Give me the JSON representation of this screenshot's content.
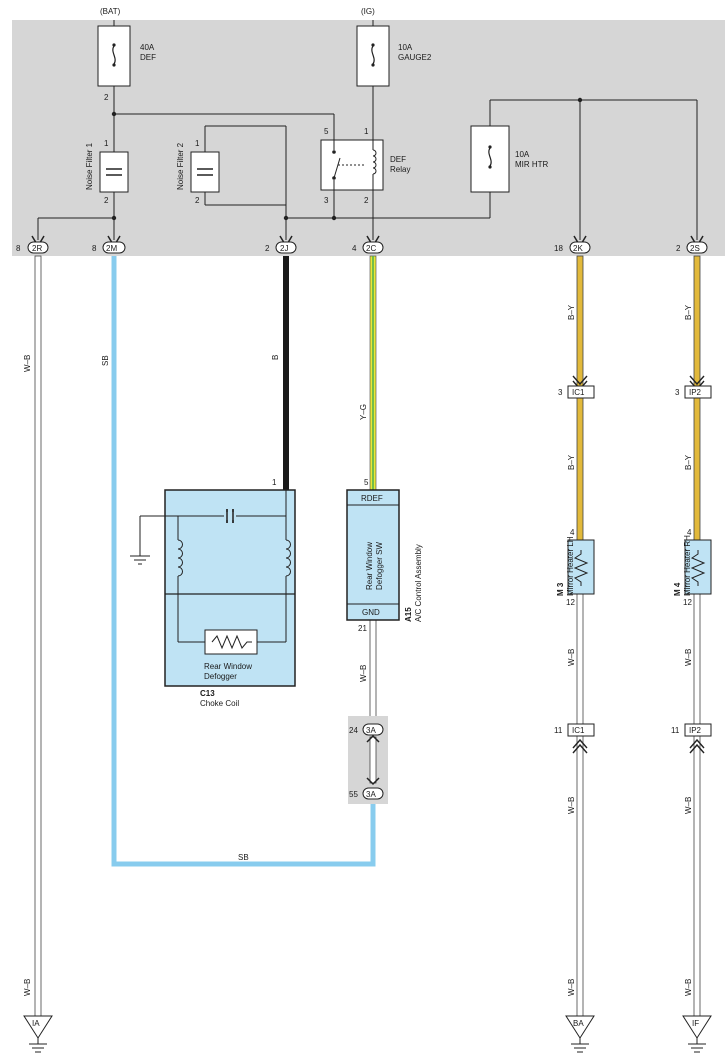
{
  "colors": {
    "junction_block": "#d6d6d6",
    "component_fill": "#bfe3f4",
    "wire_SB": "#88ccee",
    "wire_B": "#1a1a1a",
    "wire_YG_yellow": "#e8e83a",
    "wire_YG_green": "#4caf50",
    "wire_BY_yellow": "#e2b93b",
    "wire_WB": "#ffffff",
    "wire_outline": "#444444",
    "connector_fill": "#ffffff"
  },
  "sources": {
    "bat": "(BAT)",
    "ig": "(IG)"
  },
  "fuses": {
    "def": {
      "rating": "40A",
      "name": "DEF",
      "pin": "2"
    },
    "gauge2": {
      "rating": "10A",
      "name": "GAUGE2"
    },
    "mir_htr": {
      "rating": "10A",
      "name": "MIR HTR"
    }
  },
  "noise_filter_1": {
    "label": "Noise Filter 1",
    "pin_top": "1",
    "pin_bottom": "2"
  },
  "noise_filter_2": {
    "label": "Noise Filter 2",
    "pin_top": "1",
    "pin_bottom": "2"
  },
  "relay": {
    "name1": "DEF",
    "name2": "Relay",
    "pin5": "5",
    "pin1": "1",
    "pin3": "3",
    "pin2": "2"
  },
  "jb_connectors": [
    {
      "pin": "8",
      "code": "2R"
    },
    {
      "pin": "8",
      "code": "2M"
    },
    {
      "pin": "2",
      "code": "2J"
    },
    {
      "pin": "4",
      "code": "2C"
    },
    {
      "pin": "18",
      "code": "2K"
    },
    {
      "pin": "2",
      "code": "2S"
    }
  ],
  "wires": {
    "w_2r": "W–B",
    "w_2m": "SB",
    "w_2j": "B",
    "w_2c": "Y–G",
    "w_2k_top": "B–Y",
    "w_2k_mid": "B–Y",
    "w_2s_top": "B–Y",
    "w_2s_mid": "B–Y",
    "w_a15": "W–B",
    "w_m3_mid": "W–B",
    "w_m3_bot": "W–B",
    "w_m4_mid": "W–B",
    "w_m4_bot": "W–B",
    "w_2r_bot": "W–B",
    "w_sb_bottom": "SB"
  },
  "inline_connectors": {
    "ic1_top": {
      "pin": "3",
      "code": "IC1"
    },
    "ip2_top": {
      "pin": "3",
      "code": "IP2"
    },
    "ic1_bot": {
      "pin": "11",
      "code": "IC1"
    },
    "ip2_bot": {
      "pin": "11",
      "code": "IP2"
    },
    "a3_top": {
      "pin": "24",
      "code": "3A"
    },
    "a3_bot": {
      "pin": "55",
      "code": "3A"
    }
  },
  "choke_coil": {
    "code": "C13",
    "name": "Choke Coil",
    "pin": "1",
    "defogger_line1": "Rear Window",
    "defogger_line2": "Defogger"
  },
  "ac_control": {
    "code": "A15",
    "name": "A/C Control Assembly",
    "pin_top": "5",
    "pin_bottom": "21",
    "rdef": "RDEF",
    "gnd": "GND",
    "sw_line1": "Rear Window",
    "sw_line2": "Defogger SW"
  },
  "mirror_lh": {
    "code": "M 3",
    "name": "Mirror Heater LH",
    "pin_top": "4",
    "pin_bottom": "12"
  },
  "mirror_rh": {
    "code": "M 4",
    "name": "Mirror Heater RH",
    "pin_top": "4",
    "pin_bottom": "12"
  },
  "grounds": [
    {
      "code": "IA"
    },
    {
      "code": "BA"
    },
    {
      "code": "IF"
    }
  ]
}
